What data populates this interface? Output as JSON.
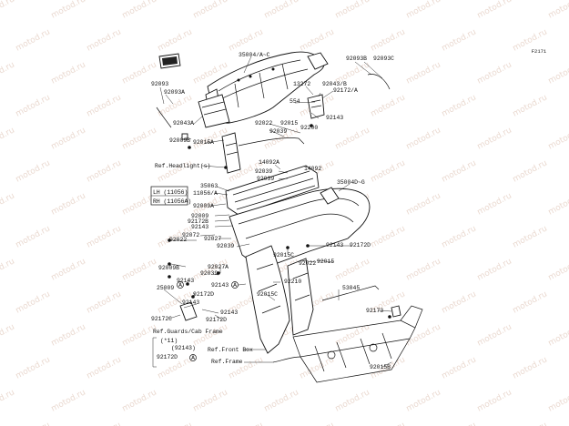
{
  "figure_number": "F2171",
  "watermark_text": "motod.ru",
  "colors": {
    "line": "#111111",
    "watermark": "#ead9d0",
    "background": "#ffffff"
  },
  "callouts": {
    "c35004ac": "35004/A~C",
    "c92093b": "92093B",
    "c92093c": "92093C",
    "c13272": "13272",
    "c92043b": "92043/B",
    "c92172a": "92172/A",
    "c92093": "92093",
    "c92093a": "92093A",
    "c554": "554",
    "c92143_top": "92143",
    "c92043a": "92043A",
    "c92022_top": "92022",
    "c92015_top": "92015",
    "c92200": "92200",
    "c92039_top": "92039",
    "c92009b_top": "92009B",
    "c92015a": "92015A",
    "c14092a": "14092A",
    "c14092": "14092",
    "c92039_mid1": "92039",
    "c92039_mid2": "92039",
    "c35063": "35063",
    "c11056a": "11056/A",
    "c35004dg": "35004D~G",
    "c92009a": "92009A",
    "c92009": "92009",
    "c92172b": "92172B",
    "c92143_mid": "92143",
    "c92072": "92072",
    "c92027": "92027",
    "c92039_low": "92039",
    "c92022_left": "92022",
    "c92009b_low": "92009B",
    "c92143_right": "92143",
    "c92172d_right": "92172D",
    "c92015c_a": "92015C",
    "c92022_low": "92022",
    "c92015_low": "92015",
    "c92027a": "92027A",
    "c92039_lower": "92039",
    "c92143_l1": "92143",
    "c92143_l2": "92143",
    "c25009": "25009",
    "c92172d_l1": "92172D",
    "c92143_l3": "92143",
    "c92210": "92210",
    "c92015c_b": "92015C",
    "c53045": "53045",
    "c92173": "92173",
    "c92172c": "92172C",
    "c92143_l4": "92143",
    "c92172d_l2": "92172D",
    "c92015b": "92015B",
    "c_star": "(*11)",
    "c92143_paren": "(92143)",
    "c92172d_box": "92172D"
  },
  "refs": {
    "headlights": "Ref.Headlight(s)",
    "guards": "Ref.Guards/Cab Frame",
    "front_box": "Ref.Front Box",
    "frame": "Ref.Frame"
  },
  "variant_box": {
    "lh": "LH (11056)",
    "rh": "RH (11056A)"
  },
  "markers": {
    "a": "A"
  }
}
